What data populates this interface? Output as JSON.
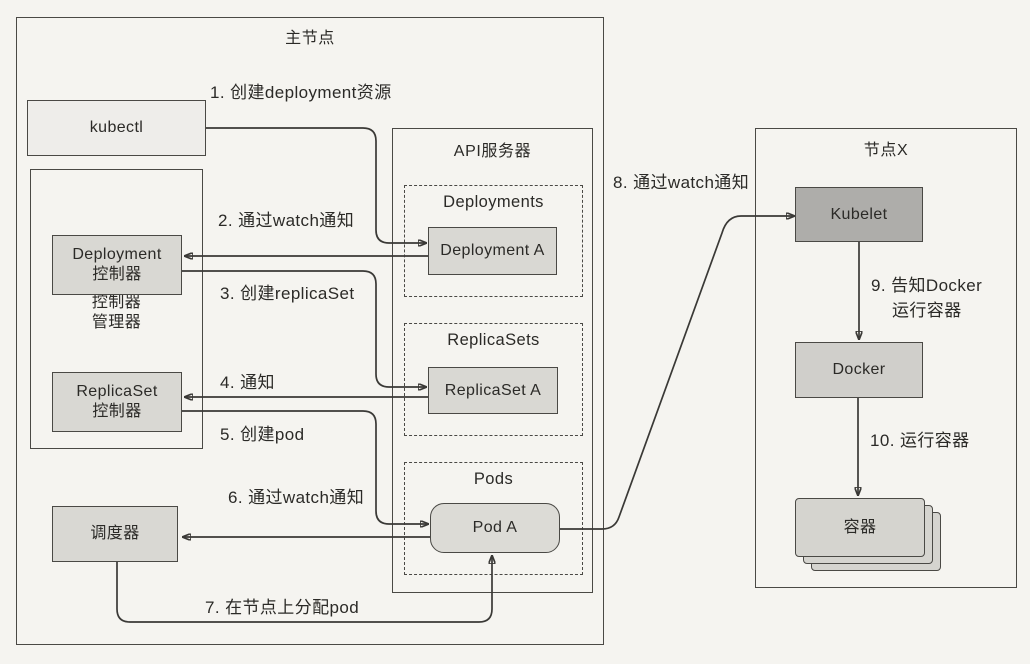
{
  "colors": {
    "page_bg": "#f5f4f0",
    "border_color": "#4a4945",
    "line_color": "#3a3936",
    "text_color": "#2b2a27",
    "box_fill_gray": "#d9d8d3",
    "kubectl_fill": "#eeedea",
    "kubelet_fill": "#aeadaa",
    "docker_fill": "#d0cfcb",
    "pod_fill": "#dcdbd6",
    "container_fill": "#d5d4cf"
  },
  "master": {
    "title": "主节点",
    "kubectl_label": "kubectl",
    "controller_manager": {
      "line1": "控制器",
      "line2": "管理器"
    },
    "deployment_controller": {
      "line1": "Deployment",
      "line2": "控制器"
    },
    "replicaset_controller": {
      "line1": "ReplicaSet",
      "line2": "控制器"
    },
    "scheduler_label": "调度器"
  },
  "api_server": {
    "title": "API服务器",
    "deployments_group": "Deployments",
    "deployment_a": "Deployment A",
    "replicasets_group": "ReplicaSets",
    "replicaset_a": "ReplicaSet A",
    "pods_group": "Pods",
    "pod_a": "Pod A"
  },
  "node_x": {
    "title": "节点X",
    "kubelet": "Kubelet",
    "docker": "Docker",
    "container": "容器"
  },
  "steps": {
    "s1": "1. 创建deployment资源",
    "s2": "2. 通过watch通知",
    "s3": "3. 创建replicaSet",
    "s4": "4. 通知",
    "s5": "5. 创建pod",
    "s6": "6. 通过watch通知",
    "s7": "7. 在节点上分配pod",
    "s8": "8. 通过watch通知",
    "s9_line1": "9. 告知Docker",
    "s9_line2": "运行容器",
    "s10": "10. 运行容器"
  }
}
